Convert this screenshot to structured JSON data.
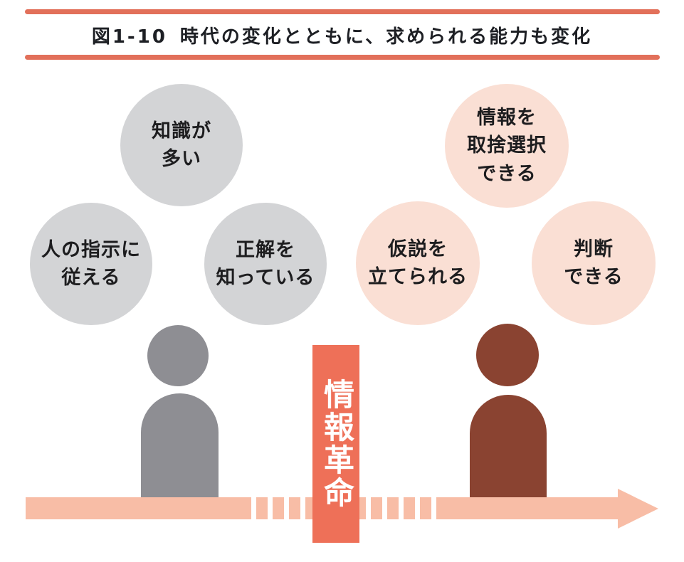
{
  "header": {
    "figure_no": "図1-10",
    "title": "時代の変化とともに、求められる能力も変化"
  },
  "before": {
    "abilities": [
      {
        "label": "知識が\n多い"
      },
      {
        "label": "人の指示に\n従える"
      },
      {
        "label": "正解を\n知っている"
      }
    ]
  },
  "after": {
    "abilities": [
      {
        "label": "情報を\n取捨選択\nできる"
      },
      {
        "label": "仮説を\n立てられる"
      },
      {
        "label": "判断\nできる"
      }
    ]
  },
  "divider": {
    "label": "情報革命"
  },
  "palette": {
    "accent_coral": "#e2705a",
    "banner_red": "#ee7058",
    "arrow_salmon": "#f8bda6",
    "circle_gray": "#d3d4d6",
    "circle_pink": "#fadfd4",
    "person_gray": "#8e8e93",
    "person_maroon": "#8a4331",
    "text_dark": "#1d1d1f"
  }
}
